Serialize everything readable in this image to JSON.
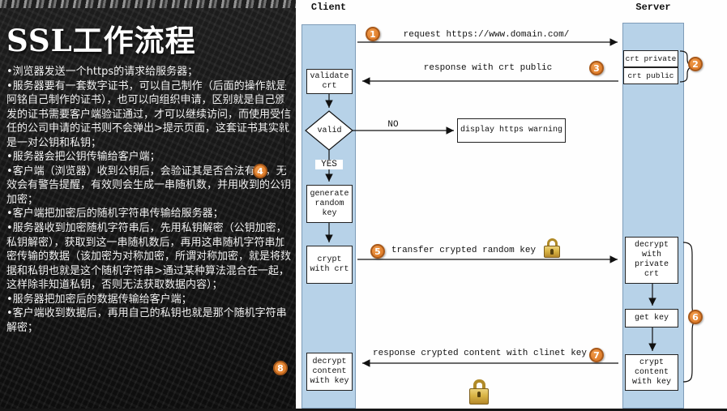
{
  "colors": {
    "accent_orange": "#d9731f",
    "lifeline_blue": "#b7d2e8",
    "panel_black": "#141414",
    "lock_gold": "#d9b445"
  },
  "left_panel": {
    "title": "SSL工作流程",
    "bullets": [
      "•浏览器发送一个https的请求给服务器；",
      "•服务器要有一套数字证书，可以自己制作（后面的操作就是阿铭自己制作的证书），也可以向组织申请，区别就是自己颁发的证书需要客户端验证通过，才可以继续访问，而使用受信任的公司申请的证书则不会弹出>提示页面，这套证书其实就是一对公钥和私钥；",
      "•服务器会把公钥传输给客户端；",
      "•客户端（浏览器）收到公钥后，会验证其是否合法有效，无效会有警告提醒，有效则会生成一串随机数，并用收到的公钥加密；",
      "•客户端把加密后的随机字符串传输给服务器；",
      "•服务器收到加密随机字符串后，先用私钥解密（公钥加密，私钥解密），获取到这一串随机数后，再用这串随机字符串加密传输的数据（该加密为对称加密，所谓对称加密，就是将数据和私钥也就是这个随机字符串>通过某种算法混合在一起，这样除非知道私钥，否则无法获取数据内容）；",
      "•服务器把加密后的数据传输给客户端；",
      "•客户端收到数据后，再用自己的私钥也就是那个随机字符串解密；"
    ]
  },
  "diagram": {
    "client_label": "Client",
    "server_label": "Server",
    "boxes": {
      "validate_crt": "validate crt",
      "valid_diamond": "valid",
      "generate_random_key": "generate random key",
      "crypt_with_crt": "crypt with crt",
      "decrypt_content_with_key": "decrypt content with key",
      "display_https_warning": "display https warning",
      "crt_private": "crt private",
      "crt_public": "crt public",
      "decrypt_with_private_crt": "decrypt with private crt",
      "get_key": "get key",
      "crypt_content_with_key": "crypt content with key"
    },
    "labels": {
      "request": "request https://www.domain.com/",
      "response_crt": "response with crt public",
      "transfer_key": "transfer crypted random key",
      "response_content": "response crypted content with clinet key",
      "no": "NO",
      "yes": "YES"
    },
    "steps": [
      "1",
      "2",
      "3",
      "4",
      "5",
      "6",
      "7",
      "8"
    ]
  }
}
